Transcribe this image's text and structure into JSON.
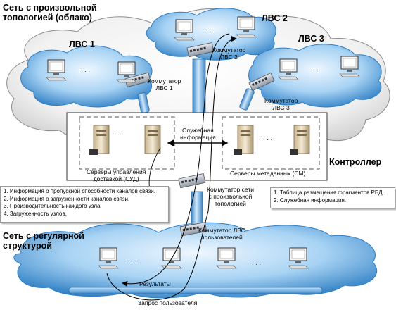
{
  "titles": {
    "cloud_network_line1": "Сеть с произвольной",
    "cloud_network_line2": "топологией (облако)",
    "regular_network_line1": "Сеть с регулярной",
    "regular_network_line2": "структурой",
    "lan1": "ЛВС 1",
    "lan2": "ЛВС 2",
    "lan3": "ЛВС 3",
    "controller": "Контроллер"
  },
  "switches": {
    "lan1_line1": "Коммутатор",
    "lan1_line2": "ЛВС 1",
    "lan2_line1": "Коммутатор",
    "lan2_line2": "ЛВС 2",
    "lan3_line1": "Коммутатор",
    "lan3_line2": "ЛВС 3",
    "any_line1": "Коммутатор сети",
    "any_line2": "с произвольной",
    "any_line3": "топологией",
    "user_line1": "Коммутатор ЛВС",
    "user_line2": "пользователей"
  },
  "servers": {
    "delivery_line1": "Серверы управления",
    "delivery_line2": "доставкой (СУД)",
    "metadata": "Серверы метаданных (СМ)",
    "service_line1": "Служебная",
    "service_line2": "информация"
  },
  "left_notes": [
    "1. Информация о пропускной способности каналов связи.",
    "2. Информация о загруженности каналов связи.",
    "3. Производительность каждого узла.",
    "4. Загруженность узлов."
  ],
  "right_notes": [
    "1. Таблица размещения фрагментов РБД.",
    "2. Служебная информация."
  ],
  "arrows": {
    "results": "Результаты",
    "user_request": "Запрос пользователя"
  },
  "ellipsis": "· · ·",
  "colors": {
    "cloud_light": "#f2f2f2",
    "cloud_dark": "#9a9a9a",
    "blue_cloud_light": "#d9ecfb",
    "blue_cloud_dark": "#3b8bd1",
    "bus": "#8fc4ea"
  }
}
